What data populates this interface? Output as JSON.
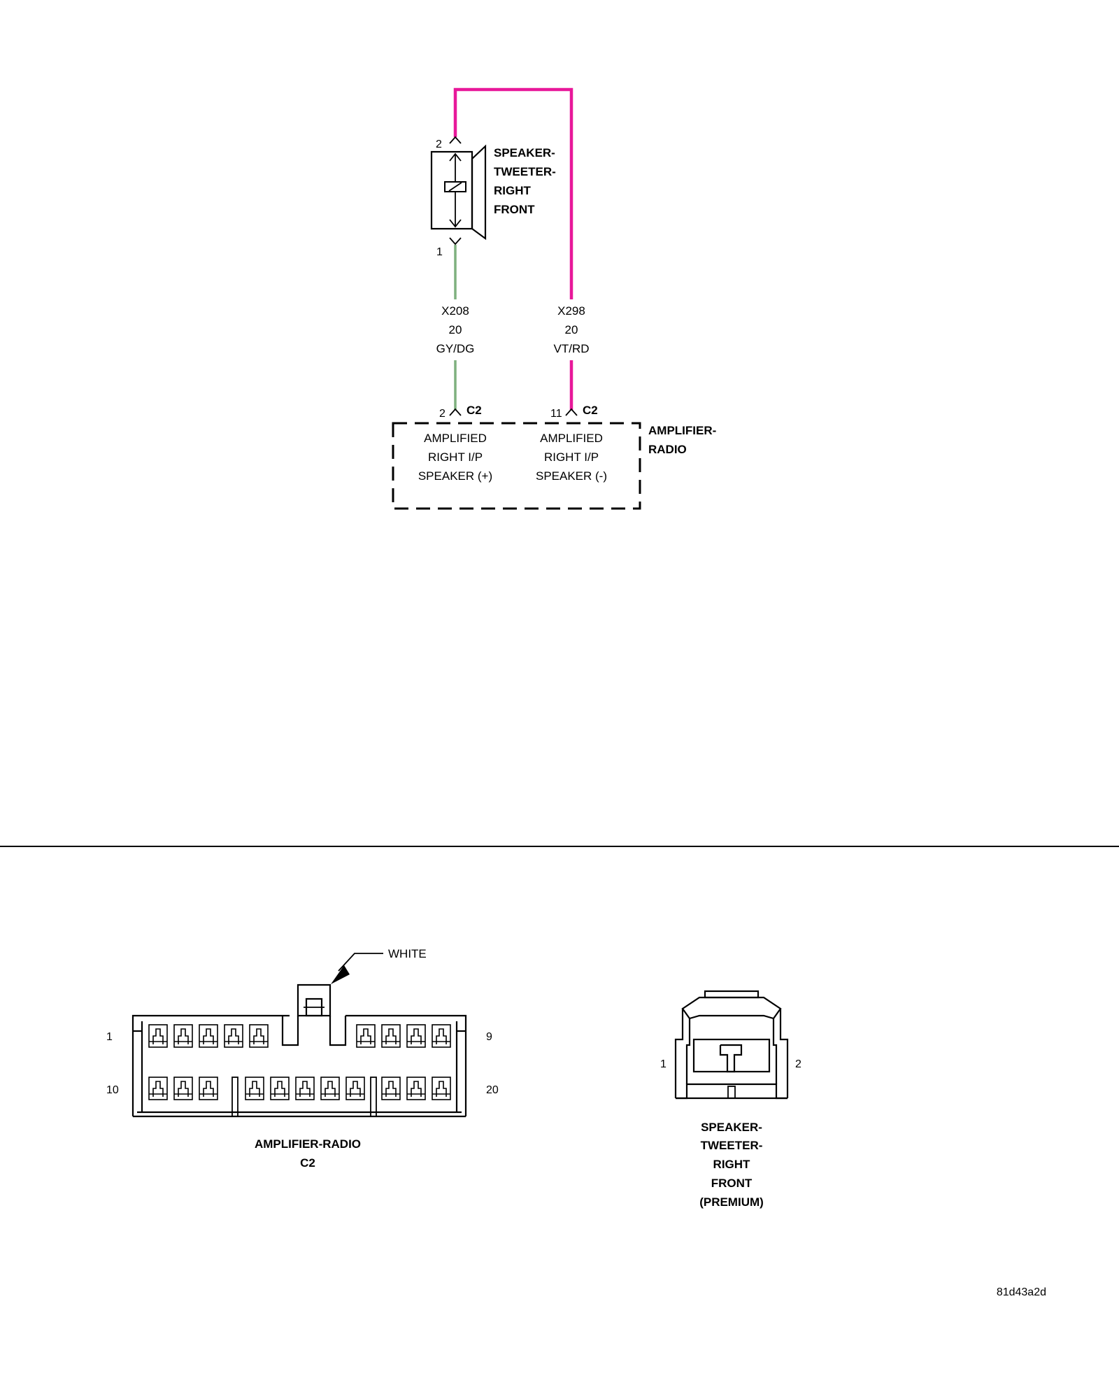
{
  "speaker": {
    "name_lines": [
      "SPEAKER-",
      "TWEETER-",
      "RIGHT",
      "FRONT"
    ],
    "pin_top": "2",
    "pin_bottom": "1"
  },
  "wires": [
    {
      "circuit": "X208",
      "gauge": "20",
      "color_code": "GY/DG",
      "color": "#7fb07f"
    },
    {
      "circuit": "X298",
      "gauge": "20",
      "color_code": "VT/RD",
      "color": "#e8189a"
    }
  ],
  "amplifier": {
    "name_lines": [
      "AMPLIFIER-",
      "RADIO"
    ],
    "pin_plus": "2",
    "pin_minus": "11",
    "connector": "C2",
    "label_plus_lines": [
      "AMPLIFIED",
      "RIGHT I/P",
      "SPEAKER (+)"
    ],
    "label_minus_lines": [
      "AMPLIFIED",
      "RIGHT I/P",
      "SPEAKER (-)"
    ]
  },
  "connector_c2": {
    "callout": "WHITE",
    "pin_1": "1",
    "pin_9": "9",
    "pin_10": "10",
    "pin_20": "20",
    "caption_lines": [
      "AMPLIFIER-RADIO",
      "C2"
    ]
  },
  "connector_speaker": {
    "pin_1": "1",
    "pin_2": "2",
    "caption_lines": [
      "SPEAKER-",
      "TWEETER-",
      "RIGHT",
      "FRONT",
      "(PREMIUM)"
    ]
  },
  "doc_id": "81d43a2d"
}
